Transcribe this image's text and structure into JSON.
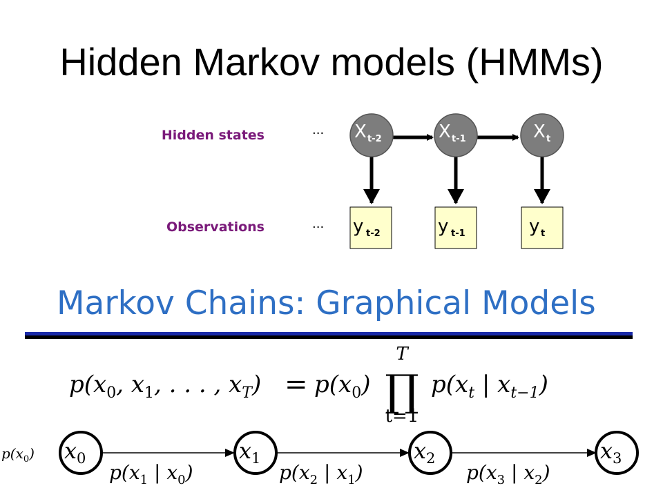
{
  "title": "Hidden Markov models (HMMs)",
  "colors": {
    "label": "#7a1a7a",
    "hidden_node_fill": "#7d7d7d",
    "observation_fill": "#ffffcc",
    "mc_title": "#2e6fc4",
    "divider_blue": "#1a2aa8"
  },
  "hmm": {
    "hidden_label": "Hidden states",
    "observation_label": "Observations",
    "ellipsis": "...",
    "hidden_nodes": [
      {
        "main": "X",
        "sub": "t-2"
      },
      {
        "main": "X",
        "sub": "t-1"
      },
      {
        "main": "X",
        "sub": "t"
      }
    ],
    "observation_nodes": [
      {
        "main": "y",
        "sub": "t-2"
      },
      {
        "main": "y",
        "sub": "t-1"
      },
      {
        "main": "y",
        "sub": "t"
      }
    ]
  },
  "markov_chain": {
    "title": "Markov Chains: Graphical Models",
    "equation": {
      "lhs": "p(x",
      "lhs_sub0": "0",
      "lhs_mid": ", x",
      "lhs_sub1": "1",
      "lhs_rest": ", . . . , x",
      "lhs_subT": "T",
      "lhs_close": ")",
      "equals": "=",
      "p0": "p(x",
      "p0_sub": "0",
      "p0_close": ")",
      "prod_upper": "T",
      "prod_symbol": "∏",
      "prod_lower": "t=1",
      "term": "p(x",
      "term_sub": "t",
      "term_bar": " | x",
      "term_sub2": "t−1",
      "term_close": ")"
    },
    "prior_label": {
      "main": "p(x",
      "sub": "0",
      "close": ")"
    },
    "nodes": [
      {
        "main": "x",
        "sub": "0"
      },
      {
        "main": "x",
        "sub": "1"
      },
      {
        "main": "x",
        "sub": "2"
      },
      {
        "main": "x",
        "sub": "3"
      }
    ],
    "edges": [
      {
        "main": "p(x",
        "sub1": "1",
        "bar": " | x",
        "sub2": "0",
        "close": ")"
      },
      {
        "main": "p(x",
        "sub1": "2",
        "bar": " | x",
        "sub2": "1",
        "close": ")"
      },
      {
        "main": "p(x",
        "sub1": "3",
        "bar": " | x",
        "sub2": "2",
        "close": ")"
      }
    ]
  }
}
